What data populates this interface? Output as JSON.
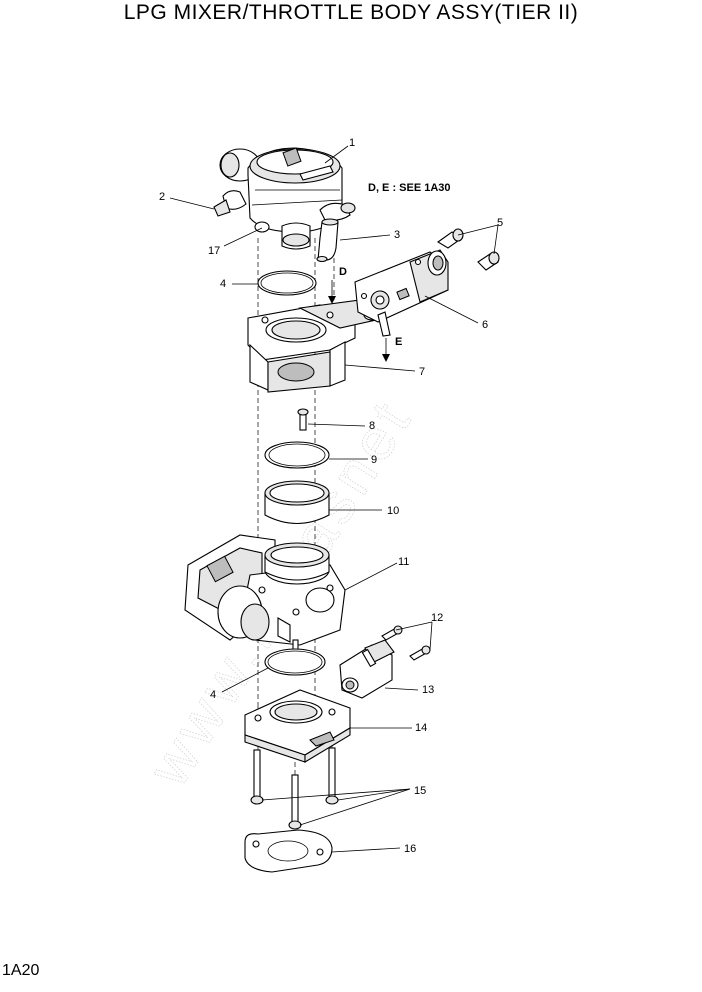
{
  "title": "LPG MIXER/THROTTLE BODY ASSY(TIER II)",
  "page_code": "1A20",
  "note": "D, E : SEE 1A30",
  "arrows": [
    "D",
    "E"
  ],
  "callouts": [
    "1",
    "2",
    "3",
    "4",
    "5",
    "6",
    "7",
    "8",
    "9",
    "10",
    "11",
    "12",
    "13",
    "4",
    "14",
    "15",
    "16",
    "17"
  ],
  "watermark": "www.hycasnet"
}
